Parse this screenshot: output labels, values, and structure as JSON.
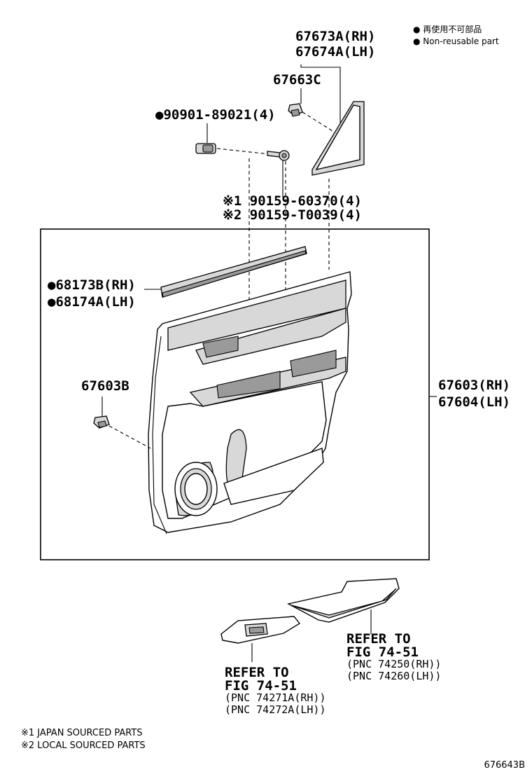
{
  "legend": {
    "line1": "● 再使用不可部品",
    "line2": "● Non-reusable part"
  },
  "callouts": {
    "c67673A": "67673A(RH)",
    "c67674A": "67674A(LH)",
    "c67663C": "67663C",
    "c90901": "●90901-89021(4)",
    "c90159_1": "※1 90159-60370(4)",
    "c90159_2": "※2 90159-T0039(4)",
    "c68173B": "●68173B(RH)",
    "c68174A": "●68174A(LH)",
    "c67603B": "67603B",
    "c67603": "67603(RH)",
    "c67604": "67604(LH)"
  },
  "refs": {
    "upper": {
      "line1": "REFER TO",
      "line2": "FIG 74-51",
      "line3": "(PNC 74250(RH))",
      "line4": "(PNC 74260(LH))"
    },
    "lower": {
      "line1": "REFER TO",
      "line2": "FIG 74-51",
      "line3": "(PNC 74271A(RH))",
      "line4": "(PNC 74272A(LH))"
    }
  },
  "footnotes": {
    "note1": "※1 JAPAN SOURCED PARTS",
    "note2": "※2 LOCAL SOURCED PARTS"
  },
  "figure_code": "676643B"
}
